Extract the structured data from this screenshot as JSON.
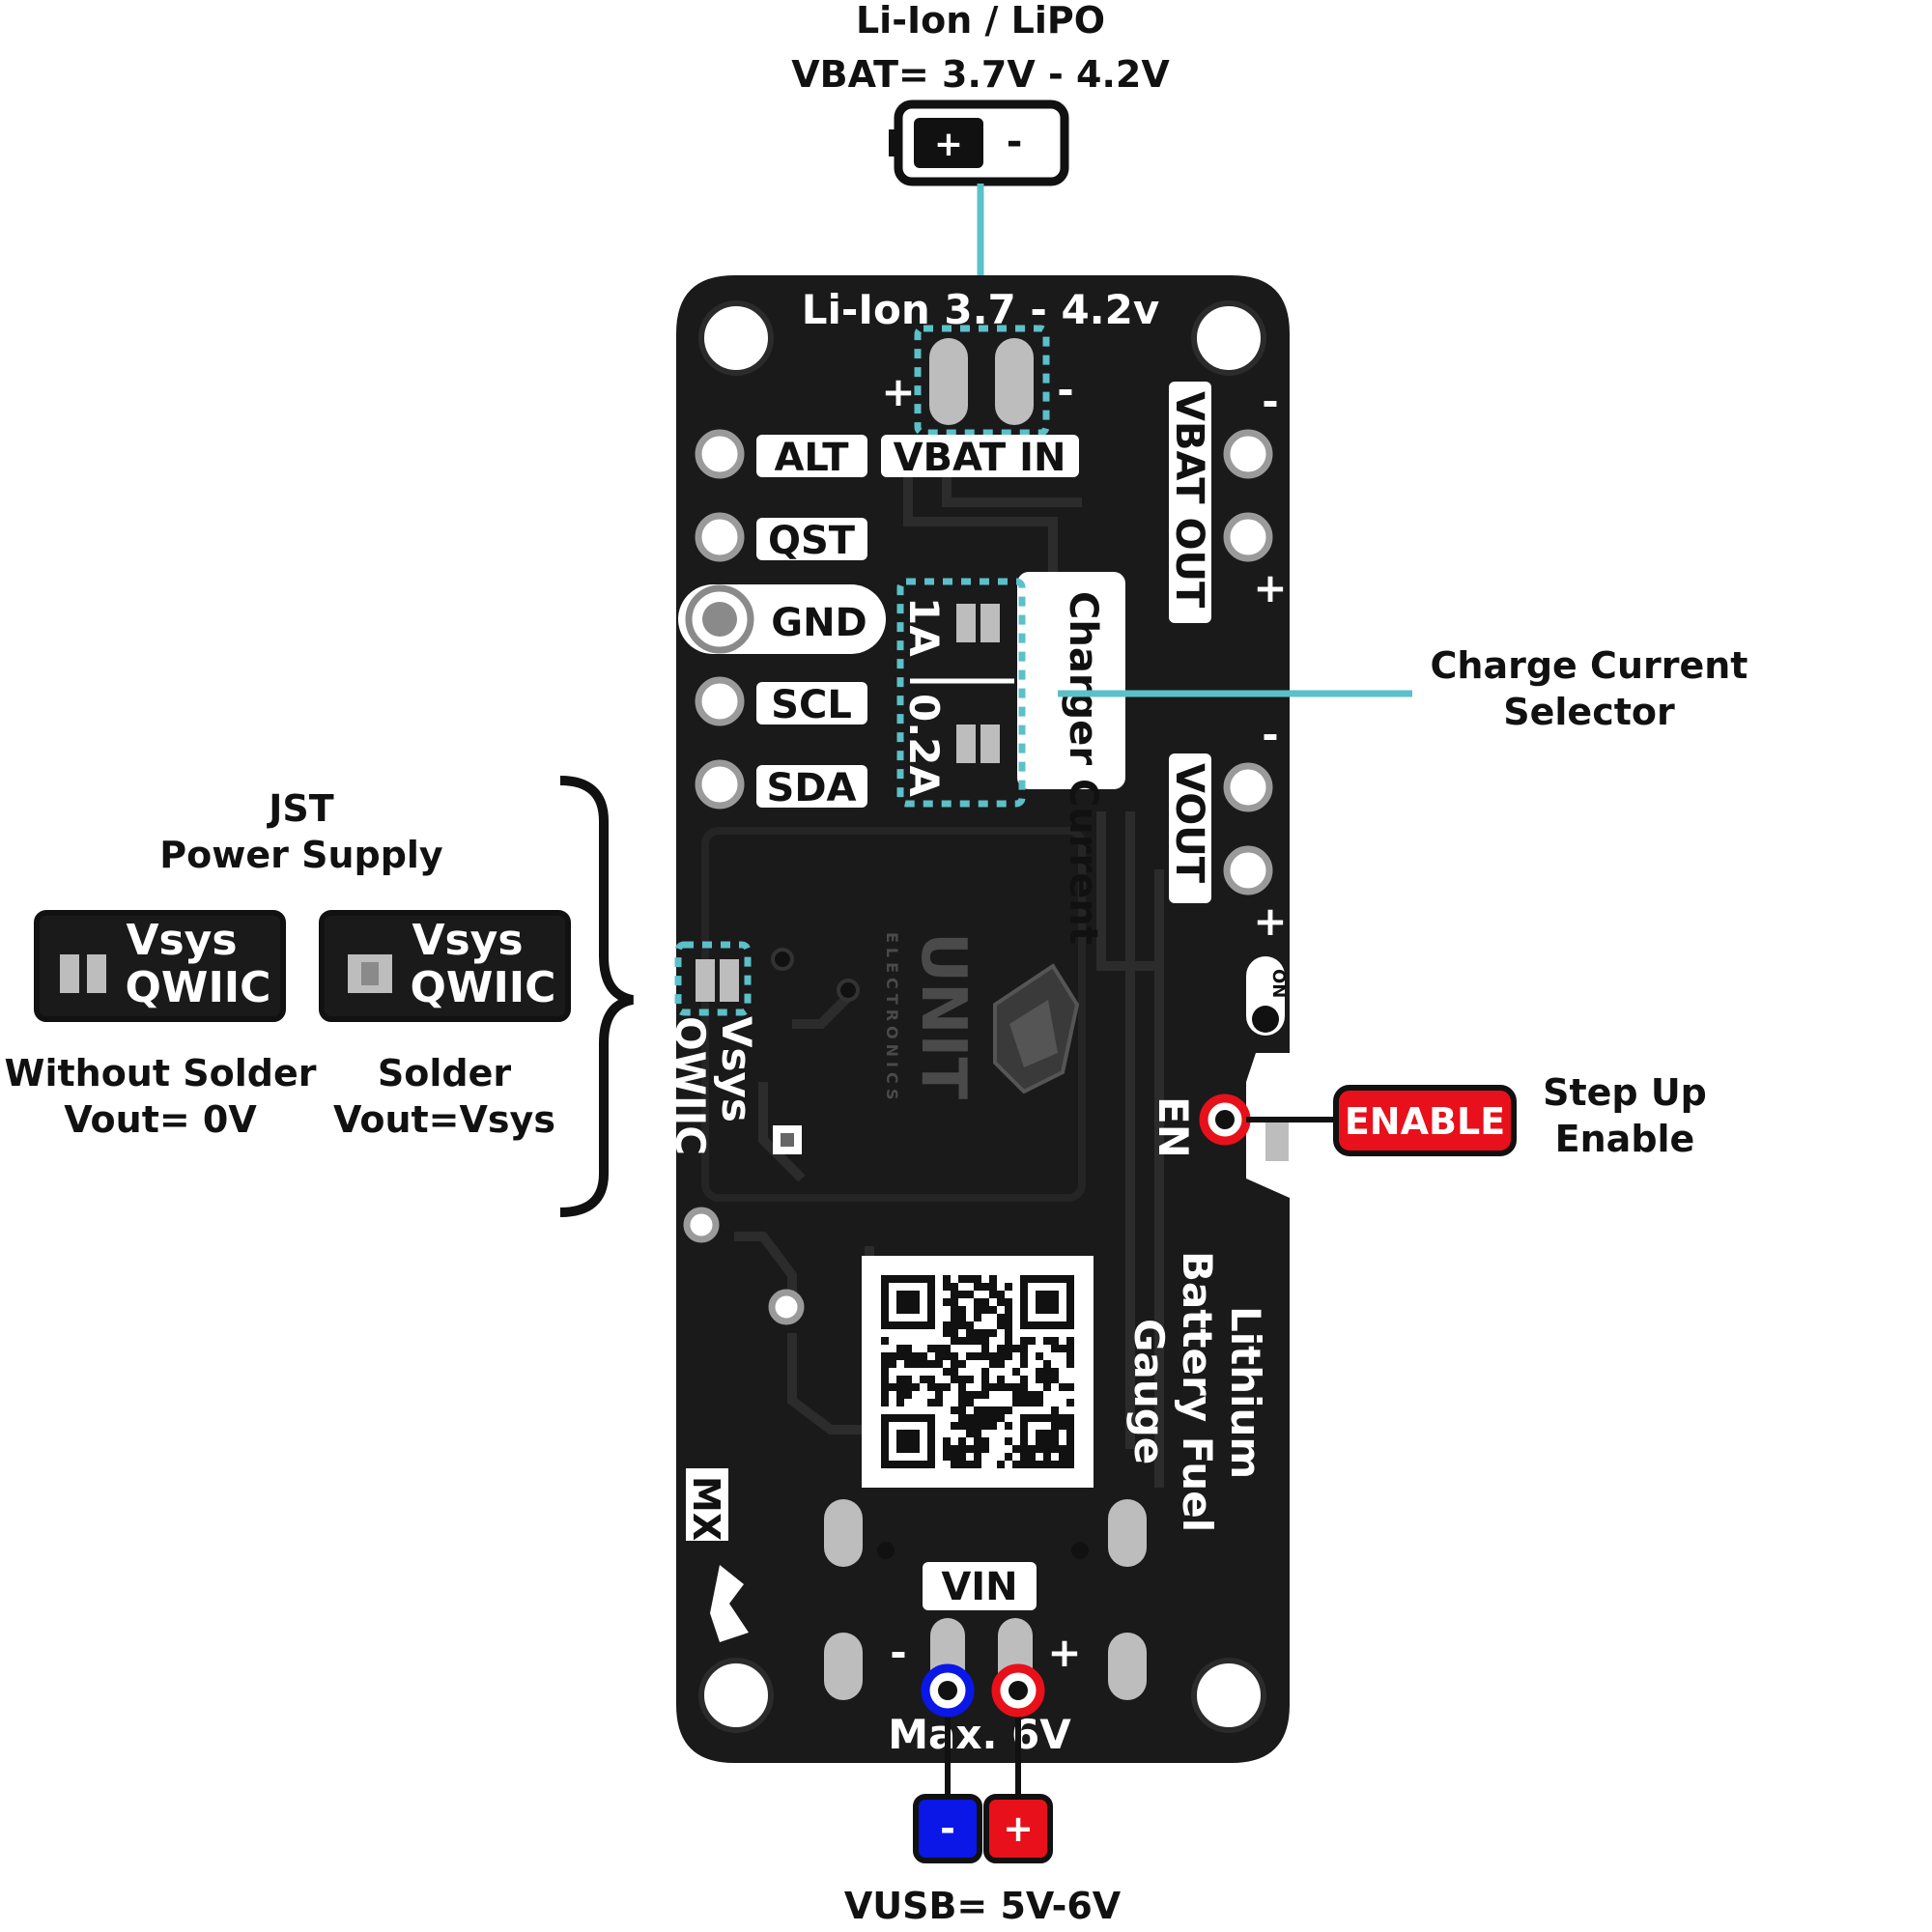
{
  "battery": {
    "title": "Li-Ion / LiPO",
    "voltage": "VBAT= 3.7V - 4.2V",
    "plus": "+",
    "minus": "-"
  },
  "board": {
    "top_label": "Li-Ion 3.7 - 4.2v",
    "vbat_in_plus": "+",
    "vbat_in_minus": "-",
    "left_pins": [
      "ALT",
      "QST",
      "GND",
      "SCL",
      "SDA"
    ],
    "vbat_out": "VBAT OUT",
    "vbat_in": "VBAT IN",
    "vbat_out_minus": "-",
    "vbat_out_plus": "+",
    "charge_1a": "1A",
    "charge_02a": "0.2A",
    "charger_current": "Charger Current",
    "vout": "VOUT",
    "vout_minus": "-",
    "vout_plus": "+",
    "on_switch": "ON",
    "en_label": "EN",
    "brand": "UNIT",
    "brand_sub": "ELECTRONICS",
    "vsys": "Vsys",
    "qwiic": "QWIIC",
    "product_name": [
      "Lithium",
      "Battery Fuel",
      "Gauge"
    ],
    "vin": "VIN",
    "vin_minus": "-",
    "vin_plus": "+",
    "max": "Max. 6V",
    "mx": "MX"
  },
  "annotations": {
    "charge_selector": [
      "Charge Current",
      "Selector"
    ],
    "jst": [
      "JST",
      "Power Supply"
    ],
    "jumper_open": {
      "line1": "Vsys",
      "line2": "QWIIC",
      "caption1": "Without Solder",
      "caption2": "Vout= 0V"
    },
    "jumper_closed": {
      "line1": "Vsys",
      "line2": "QWIIC",
      "caption1": "Solder",
      "caption2": "Vout=Vsys"
    },
    "enable_badge": "ENABLE",
    "step_up": [
      "Step Up",
      "Enable"
    ],
    "vusb_minus": "-",
    "vusb_plus": "+",
    "vusb": "VUSB= 5V-6V"
  },
  "colors": {
    "board": "#1a1a1a",
    "accent_teal": "#5bc0c8",
    "enable_red": "#e8101a",
    "negative_blue": "#0a17e6",
    "positive_red": "#e8101a"
  }
}
